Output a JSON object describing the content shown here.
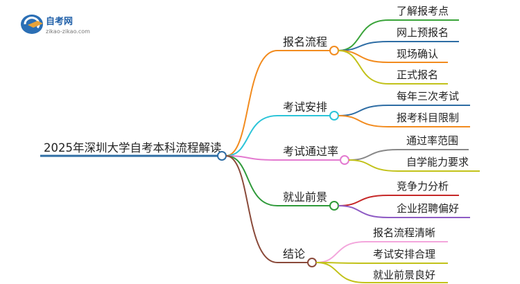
{
  "logo": {
    "name": "自考网",
    "url": "zikao-zikao.com"
  },
  "root": {
    "label": "2025年深圳大学自考本科流程解读",
    "color": "#2e6da4"
  },
  "branches": [
    {
      "label": "报名流程",
      "color": "#f28b1e",
      "children": [
        {
          "label": "了解报考点",
          "color": "#3aa43a"
        },
        {
          "label": "网上预报名",
          "color": "#2e6da4"
        },
        {
          "label": "现场确认",
          "color": "#f28b1e"
        },
        {
          "label": "正式报名",
          "color": "#c2c21a"
        }
      ]
    },
    {
      "label": "考试安排",
      "color": "#2cc4d8",
      "children": [
        {
          "label": "每年三次考试",
          "color": "#2e6da4"
        },
        {
          "label": "报考科目限制",
          "color": "#f28b1e"
        }
      ]
    },
    {
      "label": "考试通过率",
      "color": "#e37ad0",
      "children": [
        {
          "label": "通过率范围",
          "color": "#888888"
        },
        {
          "label": "自学能力要求",
          "color": "#c2c21a"
        }
      ]
    },
    {
      "label": "就业前景",
      "color": "#2f9a3a",
      "children": [
        {
          "label": "竞争力分析",
          "color": "#c62828"
        },
        {
          "label": "企业招聘偏好",
          "color": "#8e5bc4"
        }
      ]
    },
    {
      "label": "结论",
      "color": "#8a4a3a",
      "children": [
        {
          "label": "报名流程清晰",
          "color": "#f3a6dc"
        },
        {
          "label": "考试安排合理",
          "color": "#c2c21a"
        },
        {
          "label": "就业前景良好",
          "color": "#c2c21a"
        }
      ]
    }
  ]
}
